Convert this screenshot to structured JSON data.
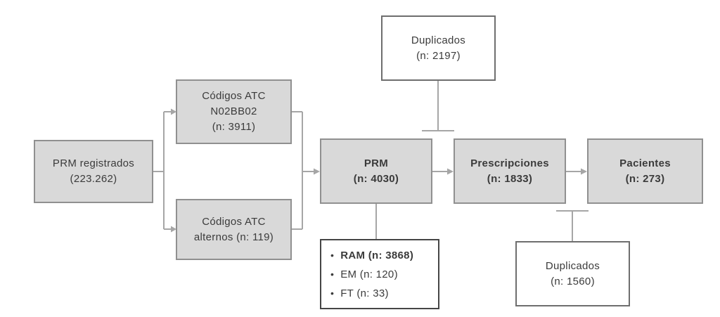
{
  "title": "PRM flow diagram",
  "bullet": "•",
  "colors": {
    "box_fill": "#d9d9d9",
    "box_border": "#909090",
    "white_fill": "#ffffff",
    "dark_border": "#454545",
    "line": "#a6a6a6",
    "text": "#3b3b3b"
  },
  "boxes": {
    "prm_registrados": {
      "lines": [
        "PRM registrados",
        "(223.262)"
      ]
    },
    "codigos_atc_n02bb02": {
      "lines": [
        "Códigos ATC",
        "N02BB02",
        "(n: 3911)"
      ]
    },
    "codigos_atc_alternos": {
      "lines": [
        "Códigos ATC",
        "alternos (n: 119)"
      ]
    },
    "prm": {
      "lines": [
        "PRM",
        "(n: 4030)"
      ]
    },
    "prescripciones": {
      "lines": [
        "Prescripciones",
        "(n: 1833)"
      ]
    },
    "pacientes": {
      "lines": [
        "Pacientes",
        "(n: 273)"
      ]
    },
    "duplicados_top": {
      "lines": [
        "Duplicados",
        "(n: 2197)"
      ]
    },
    "duplicados_bottom": {
      "lines": [
        "Duplicados",
        "(n: 1560)"
      ]
    },
    "categorias": {
      "items": [
        "RAM (n: 3868)",
        "EM (n: 120)",
        "FT (n: 33)"
      ]
    }
  }
}
